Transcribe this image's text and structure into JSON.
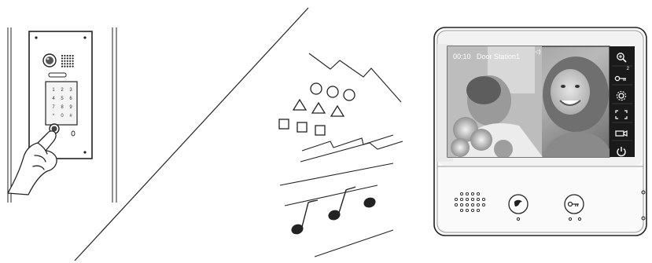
{
  "monitor": {
    "screen": {
      "time": "00:10",
      "station": "Door Station1",
      "volume_icon": "speaker-icon"
    },
    "side_menu": [
      {
        "name": "zoom-icon"
      },
      {
        "name": "unlock-2-icon",
        "badge": "2"
      },
      {
        "name": "settings-icon"
      },
      {
        "name": "fullscreen-icon"
      },
      {
        "name": "camera-icon"
      },
      {
        "name": "power-icon"
      }
    ],
    "front_buttons": [
      {
        "name": "talk-button"
      },
      {
        "name": "unlock-button"
      }
    ]
  },
  "door_station": {
    "keypad": [
      "1",
      "2",
      "3",
      "4",
      "5",
      "6",
      "7",
      "8",
      "9",
      "*",
      "0",
      "#"
    ]
  },
  "colors": {
    "line": "#222222",
    "screen_bar": "#1a1a1a",
    "bezel": "#eeeeee"
  }
}
